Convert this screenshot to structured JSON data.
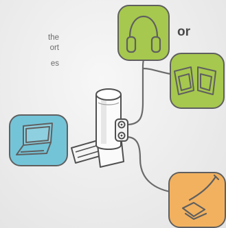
{
  "caption": {
    "line1": "the",
    "line2": "ort",
    "line3": "es"
  },
  "or_label": "or",
  "icons": {
    "headphones": "headphones-icon",
    "speakers": "speakers-icon",
    "laptop": "laptop-icon",
    "microphone": "microphone-icon",
    "usb_adapter": "usb-adapter-icon"
  },
  "colors": {
    "audio_tile": "#a6c84e",
    "laptop_tile": "#74c4d8",
    "mic_tile": "#f2b15f",
    "outline": "#5f5f5f",
    "cable": "#6a6a6a"
  }
}
